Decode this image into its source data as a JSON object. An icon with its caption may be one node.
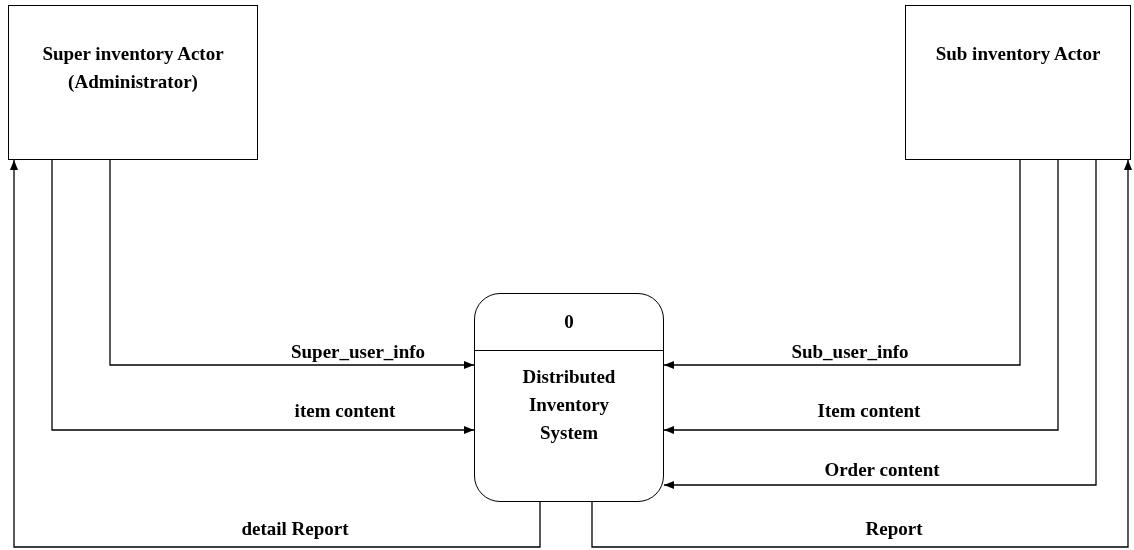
{
  "diagram": {
    "nodes": [
      {
        "text": [
          "Super inventory Actor (Administrator)"
        ]
      },
      {
        "text": [
          "Sub inventory Actor"
        ]
      },
      {
        "text": [
          "0",
          "Distributed Inventory System"
        ]
      }
    ],
    "edges": [
      {
        "from": 0,
        "to": 2,
        "arrow": "to",
        "label": "Super_user_info"
      },
      {
        "from": 0,
        "to": 2,
        "arrow": "to",
        "label": "item content"
      },
      {
        "from": 2,
        "to": 0,
        "arrow": "to",
        "label": "detail Report"
      },
      {
        "from": 1,
        "to": 2,
        "arrow": "to",
        "label": "Sub_user_info"
      },
      {
        "from": 1,
        "to": 2,
        "arrow": "to",
        "label": "Item content"
      },
      {
        "from": 1,
        "to": 2,
        "arrow": "to",
        "label": "Order content"
      },
      {
        "from": 2,
        "to": 1,
        "arrow": "to",
        "label": "Report"
      }
    ]
  }
}
